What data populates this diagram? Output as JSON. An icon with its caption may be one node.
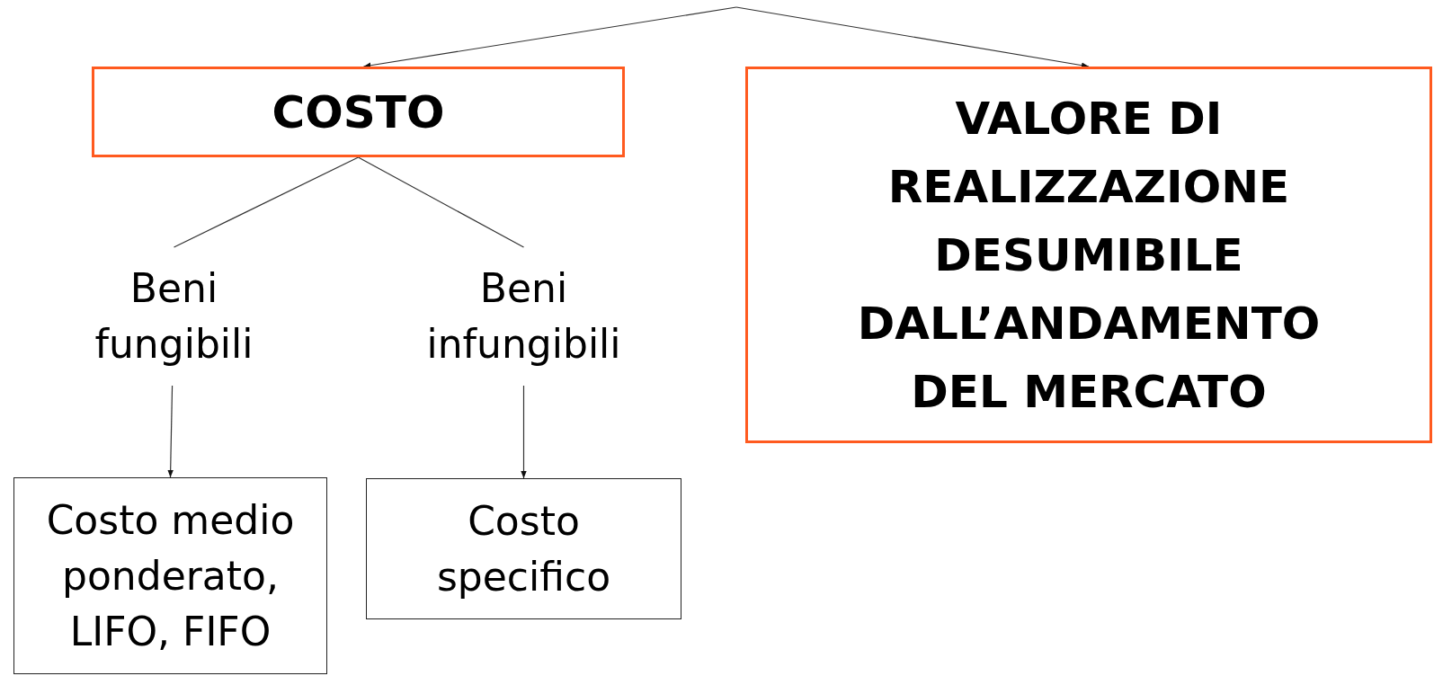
{
  "diagram": {
    "nodes": [
      {
        "text": [
          "COSTO"
        ]
      },
      {
        "text": [
          "VALORE DI REALIZZAZIONE DESUMIBILE DALL’ANDAMENTO DEL MERCATO"
        ]
      },
      {
        "text": [
          "Beni fungibili"
        ]
      },
      {
        "text": [
          "Beni infungibili"
        ]
      },
      {
        "text": [
          "Costo medio ponderato, LIFO, FIFO"
        ]
      },
      {
        "text": [
          "Costo specifico"
        ]
      }
    ],
    "edges": [
      {
        "from": null,
        "to": 0,
        "arrow": "to"
      },
      {
        "from": null,
        "to": 1,
        "arrow": "to"
      },
      {
        "from": 0,
        "to": 2,
        "arrow": "none"
      },
      {
        "from": 0,
        "to": 3,
        "arrow": "none"
      },
      {
        "from": 2,
        "to": 4,
        "arrow": "to"
      },
      {
        "from": 3,
        "to": 5,
        "arrow": "to"
      }
    ]
  }
}
